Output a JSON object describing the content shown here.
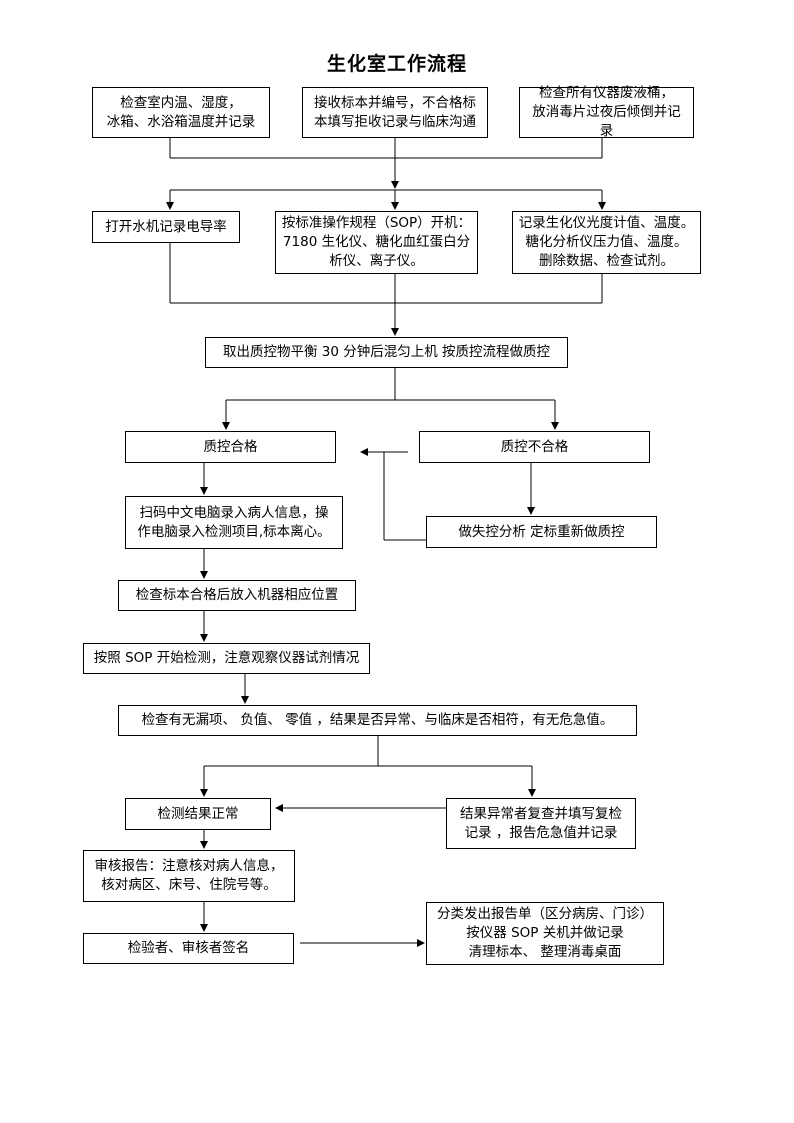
{
  "title": "生化室工作流程",
  "steps": {
    "temp_check": "检查室内温、湿度，\n冰箱、水浴箱温度并记录",
    "receive_sample": "接收标本并编号，不合格标\n本填写拒收记录与临床沟通",
    "waste_check": "检查所有仪器废液桶，\n放消毒片过夜后倾倒并记\n录",
    "water_machine": "打开水机记录电导率",
    "sop_startup": "按标准操作规程（SOP）开机：\n7180 生化仪、糖化血红蛋白分\n析仪、离子仪。",
    "record_params": "记录生化仪光度计值、温度。\n糖化分析仪压力值、温度。\n删除数据、检查试剂。",
    "qc_material": "取出质控物平衡 30 分钟后混匀上机  按质控流程做质控",
    "qc_pass": "质控合格",
    "qc_fail": "质控不合格",
    "scan_code": "扫码中文电脑录入病人信息，操\n作电脑录入检测项目,标本离心。",
    "out_of_control": "做失控分析  定标重新做质控",
    "load_sample": "检查标本合格后放入机器相应位置",
    "start_test": "按照 SOP 开始检测，注意观察仪器试剂情况",
    "check_results": "检查有无漏项、  负值、  零值  ，结果是否异常、与临床是否相符，有无危急值。",
    "result_normal": "检测结果正常",
    "result_abnormal": "结果异常者复查并填写复检\n记录  ，报告危急值并记录",
    "review_report": "审核报告：注意核对病人信息，\n核对病区、床号、住院号等。",
    "sign": "检验者、审核者签名",
    "final": "分类发出报告单（区分病房、门诊）\n按仪器 SOP 关机并做记录\n清理标本、  整理消毒桌面"
  }
}
